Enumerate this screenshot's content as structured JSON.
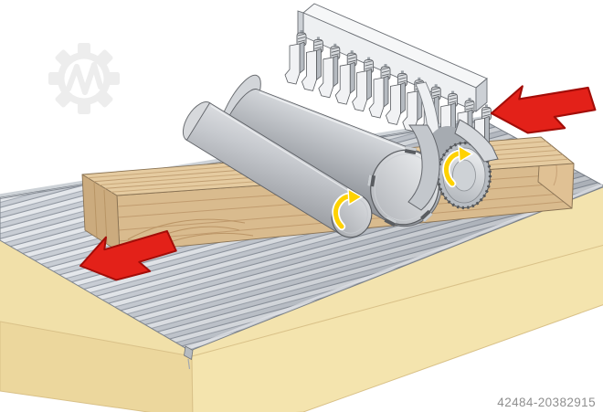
{
  "caption": {
    "reference_number": "42484-20382915",
    "text_color": "#8f8f8f"
  },
  "colors": {
    "arrow_red": "#e32119",
    "arrow_red_outline": "#a30d08",
    "rotation_yellow": "#ffd200",
    "wood_top": "#e5cba0",
    "wood_front": "#d9bb8e",
    "wood_end_left": "#cbab7e",
    "wood_end_right": "#e0c194",
    "base_cream_top": "#f1e0a9",
    "base_cream_front": "#ecd79d",
    "base_cream_front_right": "#f4e4ae",
    "watermark_gray": "#ededed"
  },
  "icons": {
    "watermark_logo": "gear-zigzag-watermark",
    "feed_direction_arrow": "red-block-arrow-pointing-down-left",
    "rotation_arrow": "yellow-curved-rotation-arrow"
  },
  "parts": {
    "table": "machine table with ribbed bed",
    "workpiece": "wooden board",
    "outfeed_roller": "smooth outfeed roller",
    "cutterblock": "cutterblock with knife slots",
    "infeed_roller": "serrated infeed roller",
    "chipbreaker": "spring-loaded chipbreaker fingers on rail"
  }
}
